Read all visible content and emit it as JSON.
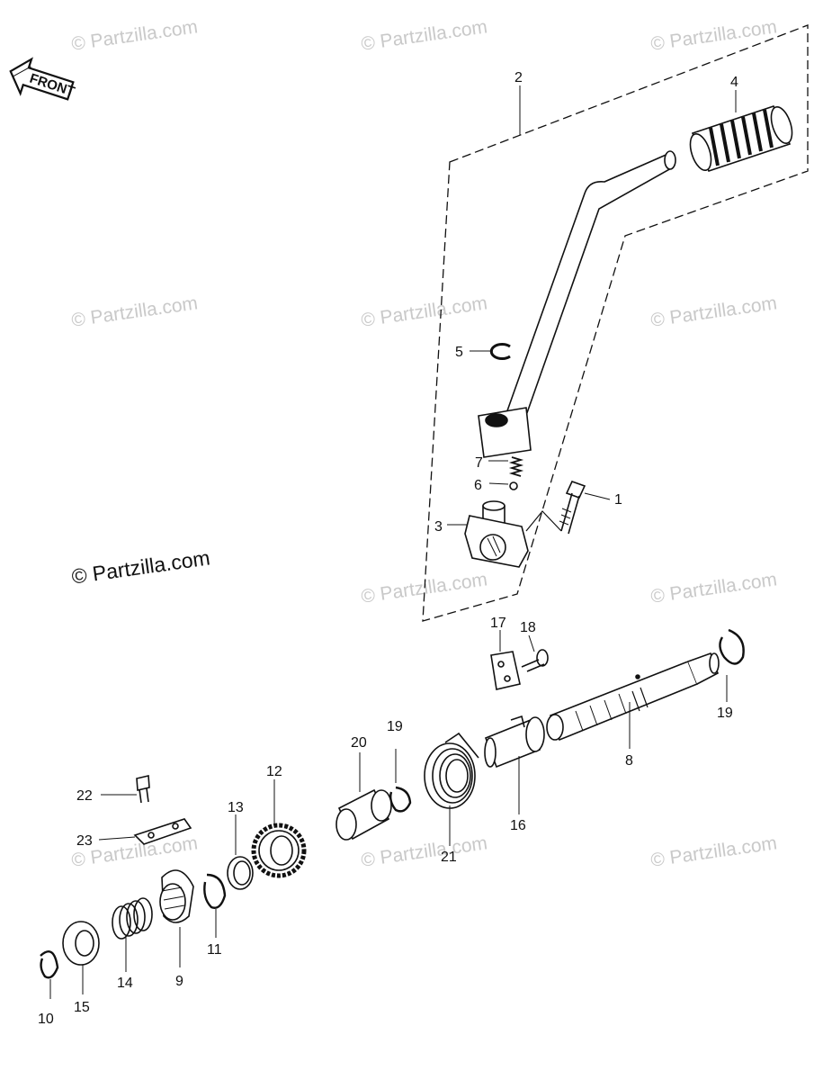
{
  "watermark_text": "© Partzilla.com",
  "copyright_text": "© Partzilla.com",
  "front_arrow_text": "FRONT",
  "callouts": [
    "1",
    "2",
    "3",
    "4",
    "5",
    "6",
    "7",
    "8",
    "9",
    "10",
    "11",
    "12",
    "13",
    "14",
    "15",
    "16",
    "17",
    "18",
    "19",
    "20",
    "21",
    "22",
    "23"
  ]
}
